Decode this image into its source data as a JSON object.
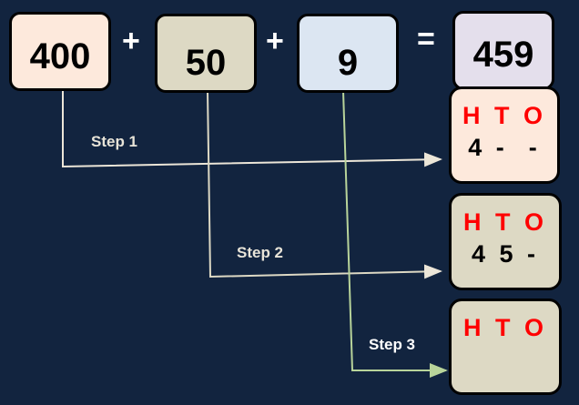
{
  "equation": {
    "addend1": "400",
    "plus1": "+",
    "addend2": "50",
    "plus2": "+",
    "addend3": "9",
    "equals": "=",
    "sum": "459"
  },
  "steps": [
    {
      "label": "Step 1",
      "header": "H T O",
      "value": "4 -  -"
    },
    {
      "label": "Step 2",
      "header": "H T O",
      "value": "4 5 -"
    },
    {
      "label": "Step 3",
      "header": "H T O",
      "value": ""
    }
  ],
  "colors": {
    "background": "#12243f",
    "hundreds": "#fde9dc",
    "tens": "#ddd9c4",
    "ones": "#dce6f2",
    "sum": "#e4dfec",
    "header": "#ff0000"
  }
}
